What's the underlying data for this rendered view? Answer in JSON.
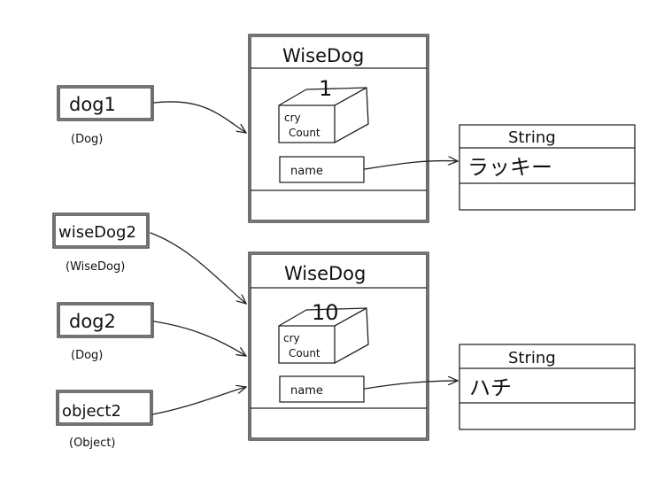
{
  "variables": [
    {
      "name": "dog1",
      "type": "(Dog)"
    },
    {
      "name": "wiseDog2",
      "type": "(WiseDog)"
    },
    {
      "name": "dog2",
      "type": "(Dog)"
    },
    {
      "name": "object2",
      "type": "(Object)"
    }
  ],
  "objects": [
    {
      "class_name": "WiseDog",
      "cry_count_value": "1",
      "cry_count_label_line1": "cry",
      "cry_count_label_line2": "Count",
      "name_field_label": "name"
    },
    {
      "class_name": "WiseDog",
      "cry_count_value": "10",
      "cry_count_label_line1": "cry",
      "cry_count_label_line2": "Count",
      "name_field_label": "name"
    }
  ],
  "strings": [
    {
      "class_name": "String",
      "value": "ラッキー"
    },
    {
      "class_name": "String",
      "value": "ハチ"
    }
  ]
}
